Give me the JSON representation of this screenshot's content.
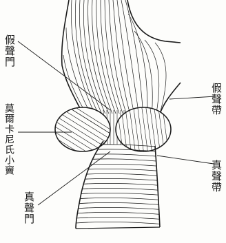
{
  "labels": {
    "false_glottis": "假聲門",
    "ventricle": "莫爾卡尼氏小竇",
    "false_cords": "假聲帶",
    "true_cords": "真聲帶",
    "true_glottis": "真聲門"
  },
  "colors": {
    "ink": "#1a1a1a",
    "paper": "#fdfdfb"
  }
}
